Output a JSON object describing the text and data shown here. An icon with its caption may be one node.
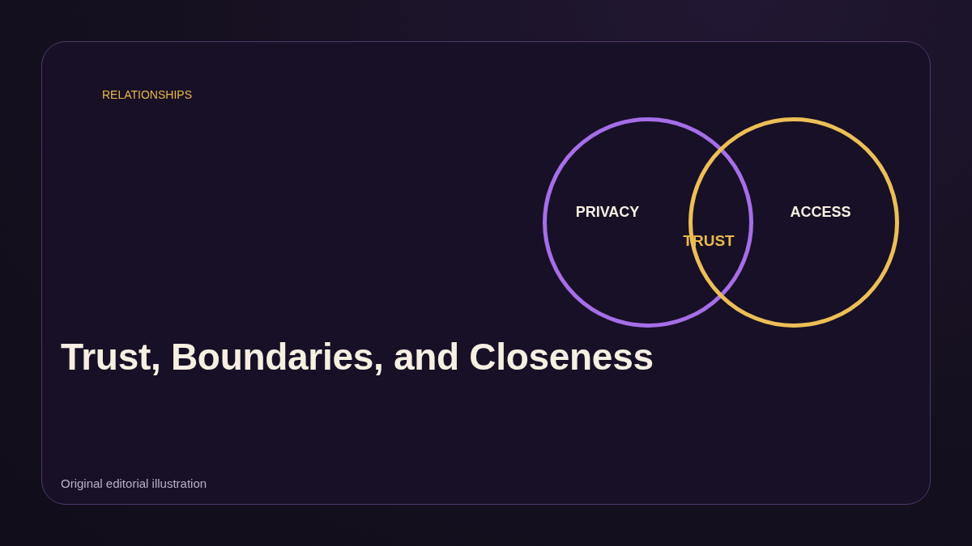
{
  "diagram": {
    "title": "Trust, Boundaries, and Closeness",
    "caption": "Original editorial illustration",
    "nodes": [
      {
        "text": [
          "PRIVACY"
        ]
      },
      {
        "text": [
          "ACCESS"
        ]
      }
    ],
    "labels": [
      "RELATIONSHIPS",
      "TRUST"
    ]
  }
}
